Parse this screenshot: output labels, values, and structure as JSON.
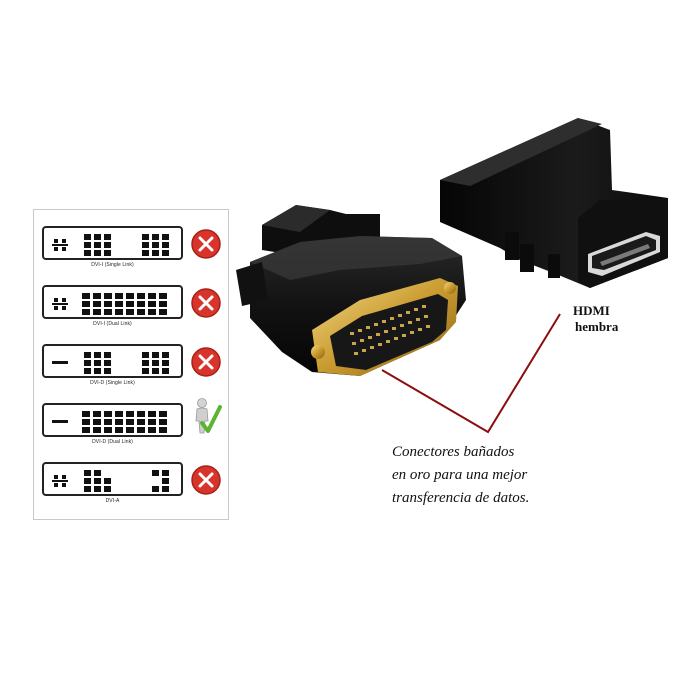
{
  "compat_panel": {
    "rows": [
      {
        "label": "DVI-I (Single Link)",
        "status": "incompatible",
        "status_icon": "red-x-icon"
      },
      {
        "label": "DVI-I (Dual Link)",
        "status": "incompatible",
        "status_icon": "red-x-icon"
      },
      {
        "label": "DVI-D (Single Link)",
        "status": "incompatible",
        "status_icon": "red-x-icon"
      },
      {
        "label": "DVI-D (Dual Link)",
        "status": "compatible",
        "status_icon": "figure-green-check-icon"
      },
      {
        "label": "DVI-A",
        "status": "incompatible",
        "status_icon": "red-x-icon"
      }
    ]
  },
  "callouts": {
    "hdmi_line1": "HDMI",
    "hdmi_line2": "hembra",
    "gold_line1": "Conectores bañados",
    "gold_line2": "en oro para una mejor",
    "gold_line3": "transferencia de datos."
  },
  "colors": {
    "leader_line": "#8b0d0d",
    "incompatible": "#d9342b",
    "compatible": "#5cb531",
    "gold_contacts": "#d8b24a",
    "adapter_body": "#141414"
  }
}
